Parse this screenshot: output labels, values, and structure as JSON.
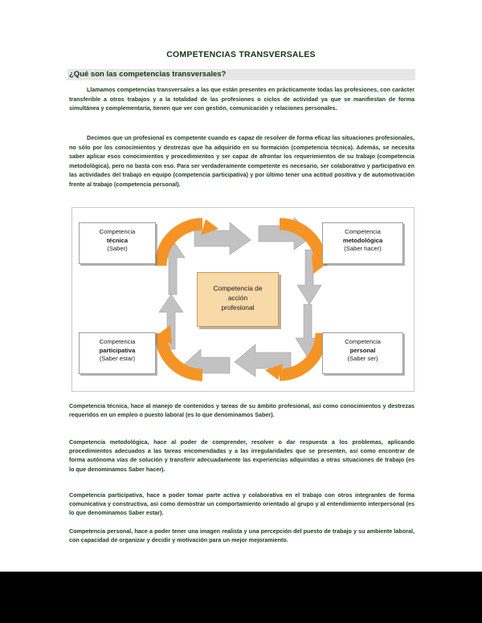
{
  "document": {
    "title": "COMPETENCIAS TRANSVERSALES",
    "subtitle": "¿Qué son las competencias transversales?",
    "paragraph_1": "Llamamos competencias transversales a las que están presentes en prácticamente todas las profesiones, con carácter transferible a otros trabajos y a la totalidad de las profesiones o ciclos de actividad ya que se manifiestan de forma simultánea y complementaria, tienen que ver con gestión, comunicación y relaciones personales.",
    "paragraph_2": "Decimos que un profesional es competente cuando es capaz de resolver de forma eficaz las situaciones profesionales, no sólo por los conocimientos y destrezas que ha adquirido en su formación (competencia técnica). Además, se necesita saber aplicar esos conocimientos y procedimientos y ser capaz de afrontar los requerimientos de su trabajo (competencia metodológica), pero no basta con eso. Para ser verdaderamente competente es necesario, ser colaborativo y participativo en las actividades del trabajo en equipo (competencia participativa) y por último tener una actitud positiva y de automotivación frente al trabajo (competencia personal).",
    "definitions": [
      {
        "term": "Competencia técnica,",
        "text": "hace al manejo de contenidos y tareas de su ámbito profesional, así como conocimientos y destrezas requeridos en un empleo o puesto laboral (es lo que denominamos Saber)."
      },
      {
        "term": "Competencia metodológica,",
        "text": "hace al poder de comprender, resolver o dar respuesta a los problemas, aplicando procedimientos adecuados a las tareas encomendadas y a las irregularidades que se presenten, así como encontrar de forma autónoma vías de solución y transferir adecuadamente las experiencias adquiridas a otras situaciones de trabajo (es lo que denominamos Saber hacer)."
      },
      {
        "term": "Competencia participativa,",
        "text": "hace a poder tomar parte activa y colaborativa en el trabajo con otros integrantes de forma comunicativa y constructiva, así como demostrar un comportamiento orientado al grupo y al entendimiento interpersonal (es lo que denominamos Saber estar)."
      },
      {
        "term": "Competencia personal,",
        "text": "hace a poder tener una imagen realista y una percepción del puesto de trabajo y su ambiente laboral, con capacidad de organizar y decidir y motivación para un mejor mejoramiento."
      }
    ]
  },
  "diagram": {
    "center": {
      "line1": "Competencia de",
      "line2": "acción",
      "line3": "profesional"
    },
    "boxes": [
      {
        "position": "top-left",
        "line1": "Competencia",
        "line2": "técnica",
        "line3": "(Saber)"
      },
      {
        "position": "top-right",
        "line1": "Competencia",
        "line2": "metodológica",
        "line3": "(Saber hacer)"
      },
      {
        "position": "bottom-left",
        "line1": "Competencia",
        "line2": "participativa",
        "line3": "(Saber estar)"
      },
      {
        "position": "bottom-right",
        "line1": "Competencia",
        "line2": "personal",
        "line3": "(Saber ser)"
      }
    ],
    "colors": {
      "arrow_orange": "#F59425",
      "arrow_gray": "#C2C2C2",
      "center_fill": "#F8D9A8"
    }
  }
}
